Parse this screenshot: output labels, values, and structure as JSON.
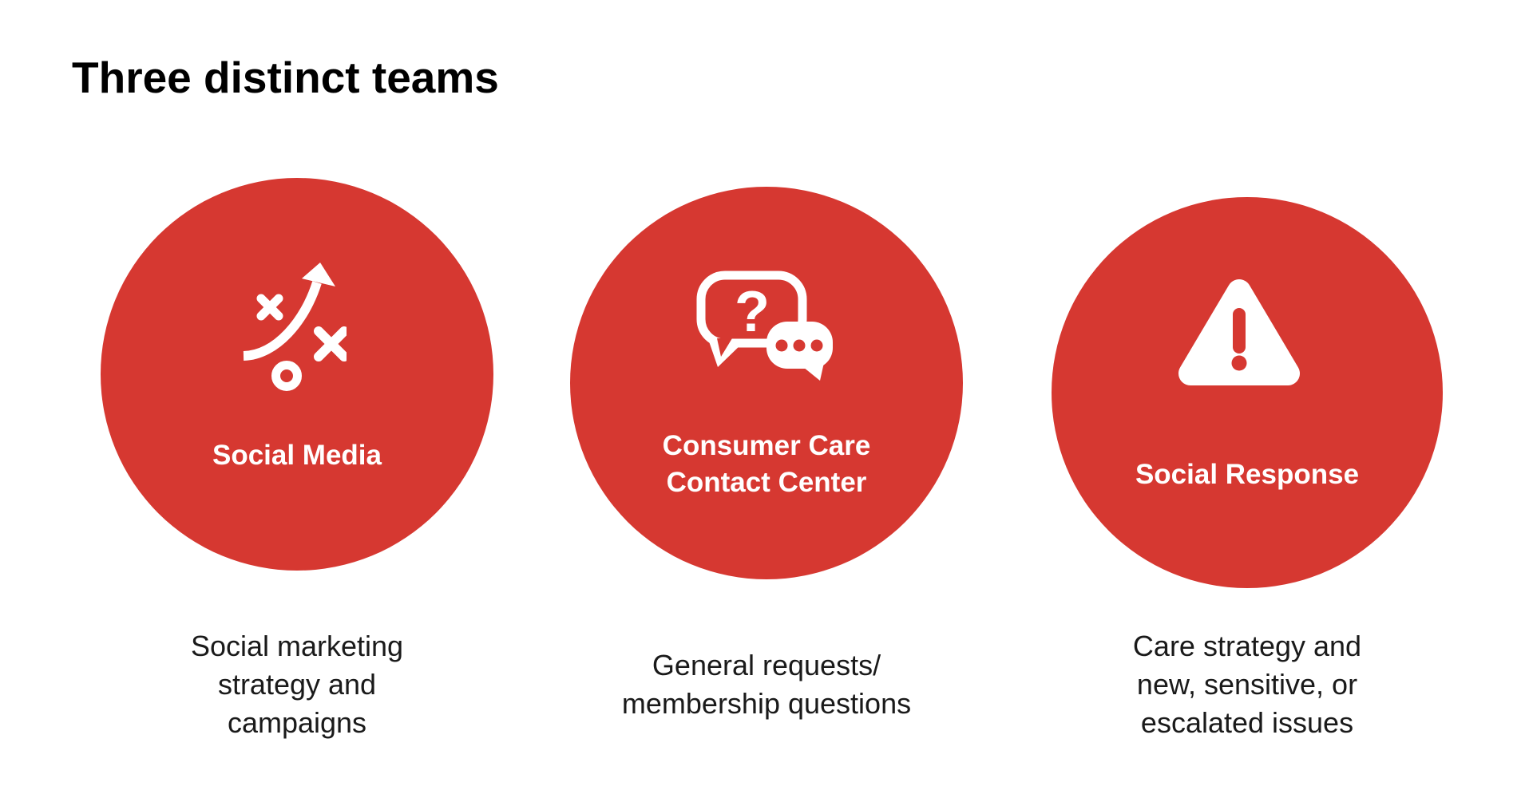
{
  "page": {
    "title": "Three distinct teams"
  },
  "colors": {
    "accent_red": "#D63831",
    "label_white": "#FFFFFF",
    "text_black": "#1A1A1A"
  },
  "teams": [
    {
      "icon": "strategy-icon",
      "label_lines": [
        "Social Media"
      ],
      "description_lines": [
        "Social marketing",
        "strategy and",
        "campaigns"
      ]
    },
    {
      "icon": "chat-question-icon",
      "icon_glyph": "?",
      "label_lines": [
        "Consumer Care",
        "Contact Center"
      ],
      "description_lines": [
        "General requests/",
        "membership questions"
      ]
    },
    {
      "icon": "warning-icon",
      "label_lines": [
        "Social Response"
      ],
      "description_lines": [
        "Care strategy and",
        "new, sensitive, or",
        "escalated issues"
      ]
    }
  ]
}
